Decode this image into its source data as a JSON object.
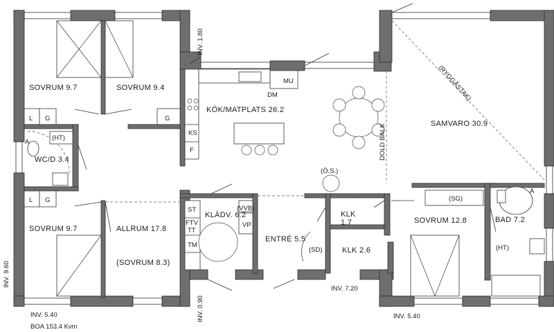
{
  "rooms": {
    "sovrum_nw": "SOVRUM  9.7",
    "sovrum_n2": "SOVRUM  9.4",
    "kok": "KÖK/MATPLATS  26.2",
    "samvaro": "SAMVARO  30.9",
    "wc": "WC/D  3.4",
    "sovrum_sw": "SOVRUM  9.7",
    "allrum": "ALLRUM  17.8",
    "allrum_sub": "(SOVRUM 8.3)",
    "kladv": "KLÄDV.  6.2",
    "entre": "ENTRÉ  5.5",
    "klk1": "KLK",
    "klk1_area": "1.7",
    "klk2": "KLK  2.6",
    "sovrum_se": "SOVRUM  12.8",
    "bad": "BAD  7.2"
  },
  "fixtures": {
    "l1": "L",
    "g1": "G",
    "g2": "G",
    "l2": "L",
    "g3": "G",
    "mu": "MU",
    "dm": "DM",
    "ks": "KS",
    "f": "F",
    "st": "ST",
    "ftv": "FTV",
    "tt": "TT",
    "tm": "TM",
    "vvb": "(VVB)",
    "vp": "VP",
    "os": "(Ö.S.)",
    "sd": "(SD)",
    "sg": "(SG)",
    "ht1": "(HT)",
    "ht2": "(HT)",
    "a1": "A",
    "a2": "A"
  },
  "annotations": {
    "inv_top": "INV. 1.80",
    "inv_left": "INV. 9.60",
    "inv_bottom_left": "INV. 5.40",
    "inv_mid": "INV. 0.90",
    "inv_720": "INV. 7.20",
    "inv_bottom_right": "INV. 5.40",
    "ryggastak": "(RYGGÅSTAK)",
    "dold_balk": "DOLD BALK",
    "boa": "BOA 153.4 Kvm"
  }
}
